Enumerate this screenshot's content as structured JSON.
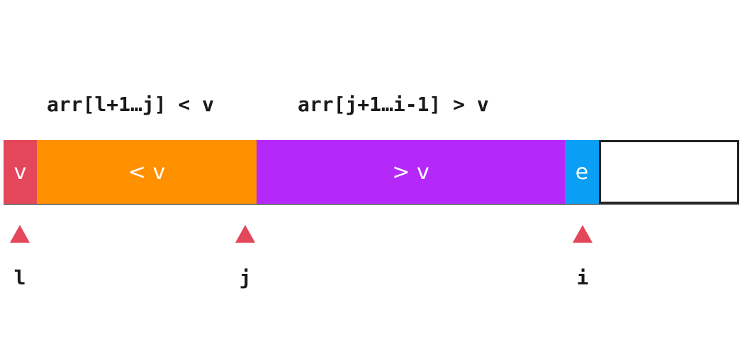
{
  "captions": {
    "left": "arr[l+1…j] < v",
    "right": "arr[j+1…i-1] > v"
  },
  "segments": [
    {
      "label": "v",
      "color": "#e4465a"
    },
    {
      "label": "< v",
      "color": "#ff9000"
    },
    {
      "label": "> v",
      "color": "#b428fa"
    },
    {
      "label": "e",
      "color": "#0a9ef5"
    },
    {
      "label": "",
      "color": "#ffffff"
    }
  ],
  "pointers": {
    "l": "l",
    "j": "j",
    "i": "i"
  },
  "marker_color": "#e4465a"
}
